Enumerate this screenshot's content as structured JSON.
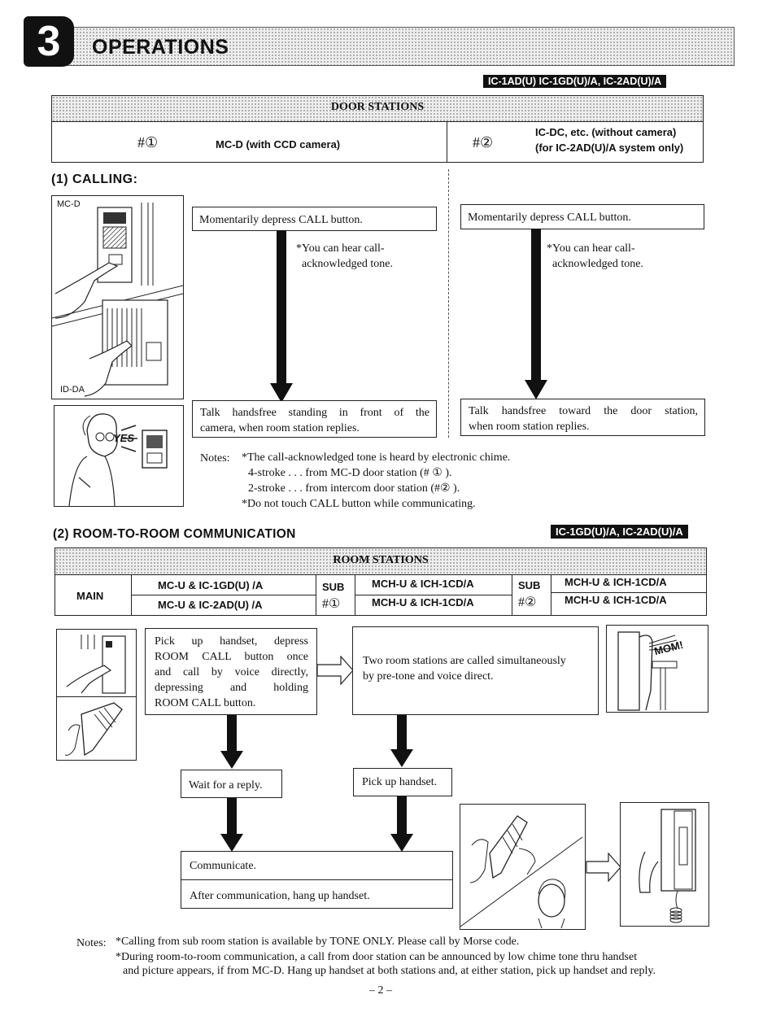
{
  "section": {
    "number": "3",
    "title": "OPERATIONS",
    "models_badge": "IC-1AD(U) IC-1GD(U)/A, IC-2AD(U)/A"
  },
  "door_stations": {
    "header": "DOOR STATIONS",
    "station1_num": "#①",
    "station1_name": "MC-D (with CCD camera)",
    "station2_num": "#②",
    "station2_name_line1": "IC-DC, etc. (without camera)",
    "station2_name_line2": "(for IC-2AD(U)/A system only)"
  },
  "calling": {
    "heading": "(1) CALLING:",
    "label_mcd": "MC-D",
    "label_idda": "ID-DA",
    "yes_text": "YES",
    "left_step1": "Momentarily depress CALL button.",
    "left_note_line1": "*You can hear call-",
    "left_note_line2": "acknowledged tone.",
    "left_step2_line1": "Talk handsfree standing in front of the",
    "left_step2_line2": "camera, when room station replies.",
    "right_step1": "Momentarily depress CALL button.",
    "right_note_line1": "*You can hear call-",
    "right_note_line2": "acknowledged tone.",
    "right_step2_line1": "Talk handsfree toward the door station,",
    "right_step2_line2": "when room station replies.",
    "notes_label": "Notes:",
    "note1": "*The call-acknowledged tone is heard by electronic chime.",
    "note2": "4-stroke . . . from MC-D door station (# ① ).",
    "note3": "2-stroke . . . from intercom door station (#② ).",
    "note4": "*Do not touch CALL button while communicating."
  },
  "room": {
    "heading": "(2) ROOM-TO-ROOM COMMUNICATION",
    "models_badge": "IC-1GD(U)/A, IC-2AD(U)/A",
    "table_header": "ROOM STATIONS",
    "main_label": "MAIN",
    "main_row1": "MC-U & IC-1GD(U) /A",
    "main_row2": "MC-U & IC-2AD(U) /A",
    "sub1_label": "SUB",
    "sub1_num": "#①",
    "sub1_row1": "MCH-U & ICH-1CD/A",
    "sub1_row2": "MCH-U & ICH-1CD/A",
    "sub2_label": "SUB",
    "sub2_num": "#②",
    "sub2_row1": "MCH-U & ICH-1CD/A",
    "sub2_row2": "MCH-U & ICH-1CD/A",
    "step_pick_line1": "Pick up handset, depress",
    "step_pick_line2": "ROOM CALL button once",
    "step_pick_line3": "and call by voice directly,",
    "step_pick_line4": "depressing and holding",
    "step_pick_line5": "ROOM CALL button.",
    "step_two_line1": "Two room stations are called simultaneously",
    "step_two_line2": "by pre-tone and voice direct.",
    "mom_text": "MOM!",
    "step_wait": "Wait for a reply.",
    "step_pickup": "Pick up handset.",
    "step_comm": "Communicate.",
    "step_after": "After communication, hang up handset."
  },
  "footer": {
    "notes_label": "Notes:",
    "note1": "*Calling from sub room station is available by TONE ONLY.  Please call by Morse code.",
    "note2_line1": "*During room-to-room communication, a call from door station can be announced by low chime tone thru handset",
    "note2_line2": "and picture appears, if from MC-D.  Hang up handset at both stations and, at either station, pick up handset and reply.",
    "page_number": "– 2 –"
  }
}
